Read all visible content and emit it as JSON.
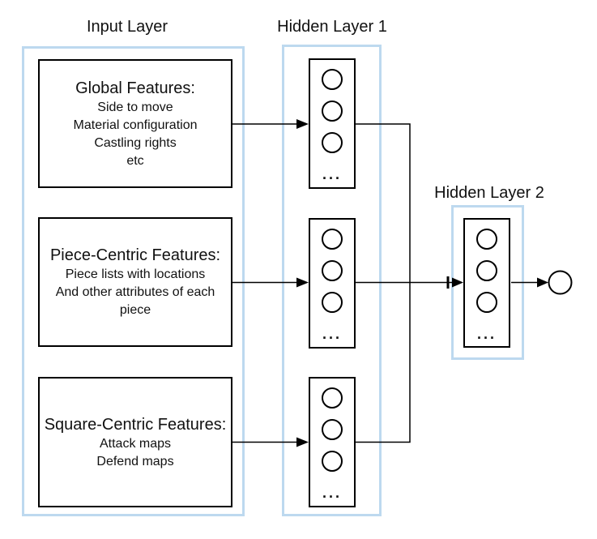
{
  "titles": {
    "input": "Input Layer",
    "hidden1": "Hidden Layer 1",
    "hidden2": "Hidden Layer 2"
  },
  "input_boxes": [
    {
      "heading": "Global Features:",
      "lines": [
        "Side to move",
        "Material configuration",
        "Castling rights",
        "etc"
      ]
    },
    {
      "heading": "Piece-Centric Features:",
      "lines": [
        "Piece lists with locations",
        "And other attributes of each",
        "piece"
      ]
    },
    {
      "heading": "Square-Centric Features:",
      "lines": [
        "Attack maps",
        "Defend maps"
      ]
    }
  ],
  "ellipsis": "...",
  "colors": {
    "layer_border": "#BDD9EF",
    "box_border": "#000000",
    "line": "#000000",
    "background": "#FFFFFF",
    "text": "#111111"
  }
}
